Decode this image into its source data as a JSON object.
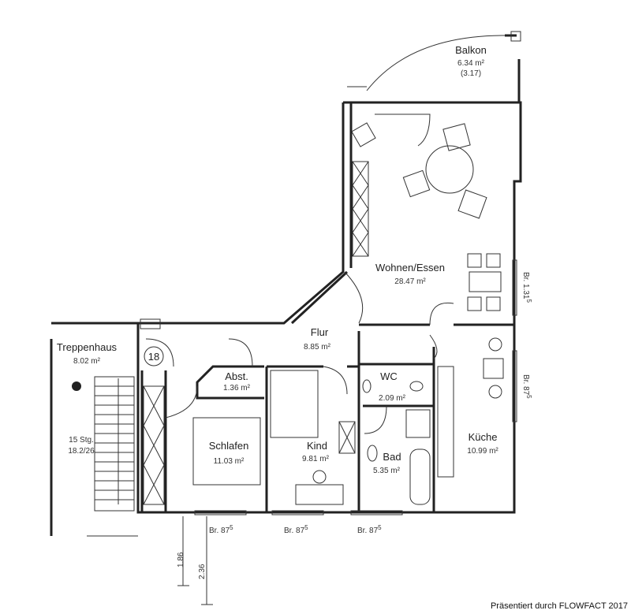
{
  "rooms": {
    "balkon": {
      "name": "Balkon",
      "area": "6.34 m²",
      "note": "(3.17)"
    },
    "wohnen": {
      "name": "Wohnen/Essen",
      "area": "28.47 m²"
    },
    "flur": {
      "name": "Flur",
      "area": "8.85 m²"
    },
    "treppenhaus": {
      "name": "Treppenhaus",
      "area": "8.02 m²"
    },
    "abst": {
      "name": "Abst.",
      "area": "1.36 m²"
    },
    "schlafen": {
      "name": "Schlafen",
      "area": "11.03 m²"
    },
    "kind": {
      "name": "Kind",
      "area": "9.81 m²"
    },
    "wc": {
      "name": "WC",
      "area": "2.09 m²"
    },
    "bad": {
      "name": "Bad",
      "area": "5.35 m²"
    },
    "kueche": {
      "name": "Küche",
      "area": "10.99 m²"
    }
  },
  "unit_number": "18",
  "stairs": {
    "count": "15 Stg.",
    "ratio": "18.2/26"
  },
  "window_dims": {
    "right_upper": "Br. 1.31",
    "right_upper_sup": "5",
    "right_lower": "Br. 87",
    "right_lower_sup": "5",
    "bottom": [
      {
        "text": "Br. 87",
        "sup": "5"
      },
      {
        "text": "Br. 87",
        "sup": "5"
      },
      {
        "text": "Br. 87",
        "sup": "5"
      }
    ]
  },
  "heights": [
    "1.86",
    "2.36"
  ],
  "footer": "Präsentiert durch FLOWFACT 2017"
}
